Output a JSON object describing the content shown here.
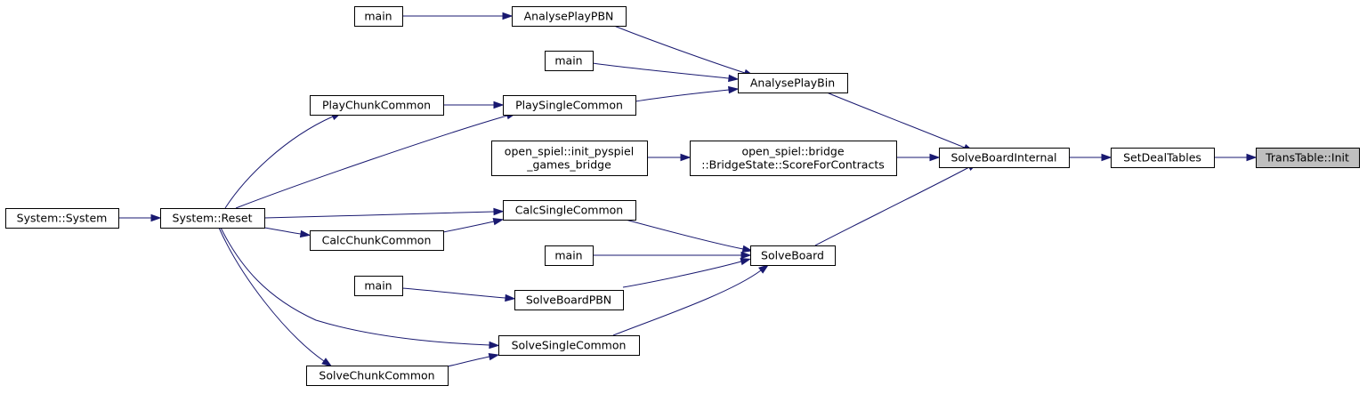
{
  "graph": {
    "nodes": [
      {
        "id": "trans_init",
        "label": "TransTable::Init",
        "focus": true
      },
      {
        "id": "set_deal_tables",
        "label": "SetDealTables"
      },
      {
        "id": "solve_board_internal",
        "label": "SolveBoardInternal"
      },
      {
        "id": "analyse_play_bin",
        "label": "AnalysePlayBin"
      },
      {
        "id": "score_for_contracts",
        "label": "open_spiel::bridge",
        "label2": "::BridgeState::ScoreForContracts"
      },
      {
        "id": "solve_board",
        "label": "SolveBoard"
      },
      {
        "id": "analyse_play_pbn",
        "label": "AnalysePlayPBN"
      },
      {
        "id": "main1",
        "label": "main"
      },
      {
        "id": "main2",
        "label": "main"
      },
      {
        "id": "play_single_common",
        "label": "PlaySingleCommon"
      },
      {
        "id": "play_chunk_common",
        "label": "PlayChunkCommon"
      },
      {
        "id": "init_pyspiel",
        "label": "open_spiel::init_pyspiel",
        "label2": "_games_bridge"
      },
      {
        "id": "calc_single_common",
        "label": "CalcSingleCommon"
      },
      {
        "id": "calc_chunk_common",
        "label": "CalcChunkCommon"
      },
      {
        "id": "main3",
        "label": "main"
      },
      {
        "id": "solve_board_pbn",
        "label": "SolveBoardPBN"
      },
      {
        "id": "main4",
        "label": "main"
      },
      {
        "id": "solve_single_common",
        "label": "SolveSingleCommon"
      },
      {
        "id": "solve_chunk_common",
        "label": "SolveChunkCommon"
      },
      {
        "id": "system_reset",
        "label": "System::Reset"
      },
      {
        "id": "system_system",
        "label": "System::System"
      }
    ],
    "edges": [
      {
        "from": "set_deal_tables",
        "to": "trans_init"
      },
      {
        "from": "solve_board_internal",
        "to": "set_deal_tables"
      },
      {
        "from": "analyse_play_bin",
        "to": "solve_board_internal"
      },
      {
        "from": "score_for_contracts",
        "to": "solve_board_internal"
      },
      {
        "from": "solve_board",
        "to": "solve_board_internal"
      },
      {
        "from": "analyse_play_pbn",
        "to": "analyse_play_bin"
      },
      {
        "from": "main2",
        "to": "analyse_play_bin"
      },
      {
        "from": "play_single_common",
        "to": "analyse_play_bin"
      },
      {
        "from": "main1",
        "to": "analyse_play_pbn"
      },
      {
        "from": "play_chunk_common",
        "to": "play_single_common"
      },
      {
        "from": "system_reset",
        "to": "play_single_common"
      },
      {
        "from": "system_reset",
        "to": "play_chunk_common"
      },
      {
        "from": "init_pyspiel",
        "to": "score_for_contracts"
      },
      {
        "from": "calc_single_common",
        "to": "solve_board"
      },
      {
        "from": "main3",
        "to": "solve_board"
      },
      {
        "from": "solve_board_pbn",
        "to": "solve_board"
      },
      {
        "from": "solve_single_common",
        "to": "solve_board"
      },
      {
        "from": "system_reset",
        "to": "calc_single_common"
      },
      {
        "from": "calc_chunk_common",
        "to": "calc_single_common"
      },
      {
        "from": "system_reset",
        "to": "calc_chunk_common"
      },
      {
        "from": "main4",
        "to": "solve_board_pbn"
      },
      {
        "from": "system_reset",
        "to": "solve_single_common"
      },
      {
        "from": "solve_chunk_common",
        "to": "solve_single_common"
      },
      {
        "from": "system_reset",
        "to": "solve_chunk_common"
      },
      {
        "from": "system_system",
        "to": "system_reset"
      }
    ]
  }
}
